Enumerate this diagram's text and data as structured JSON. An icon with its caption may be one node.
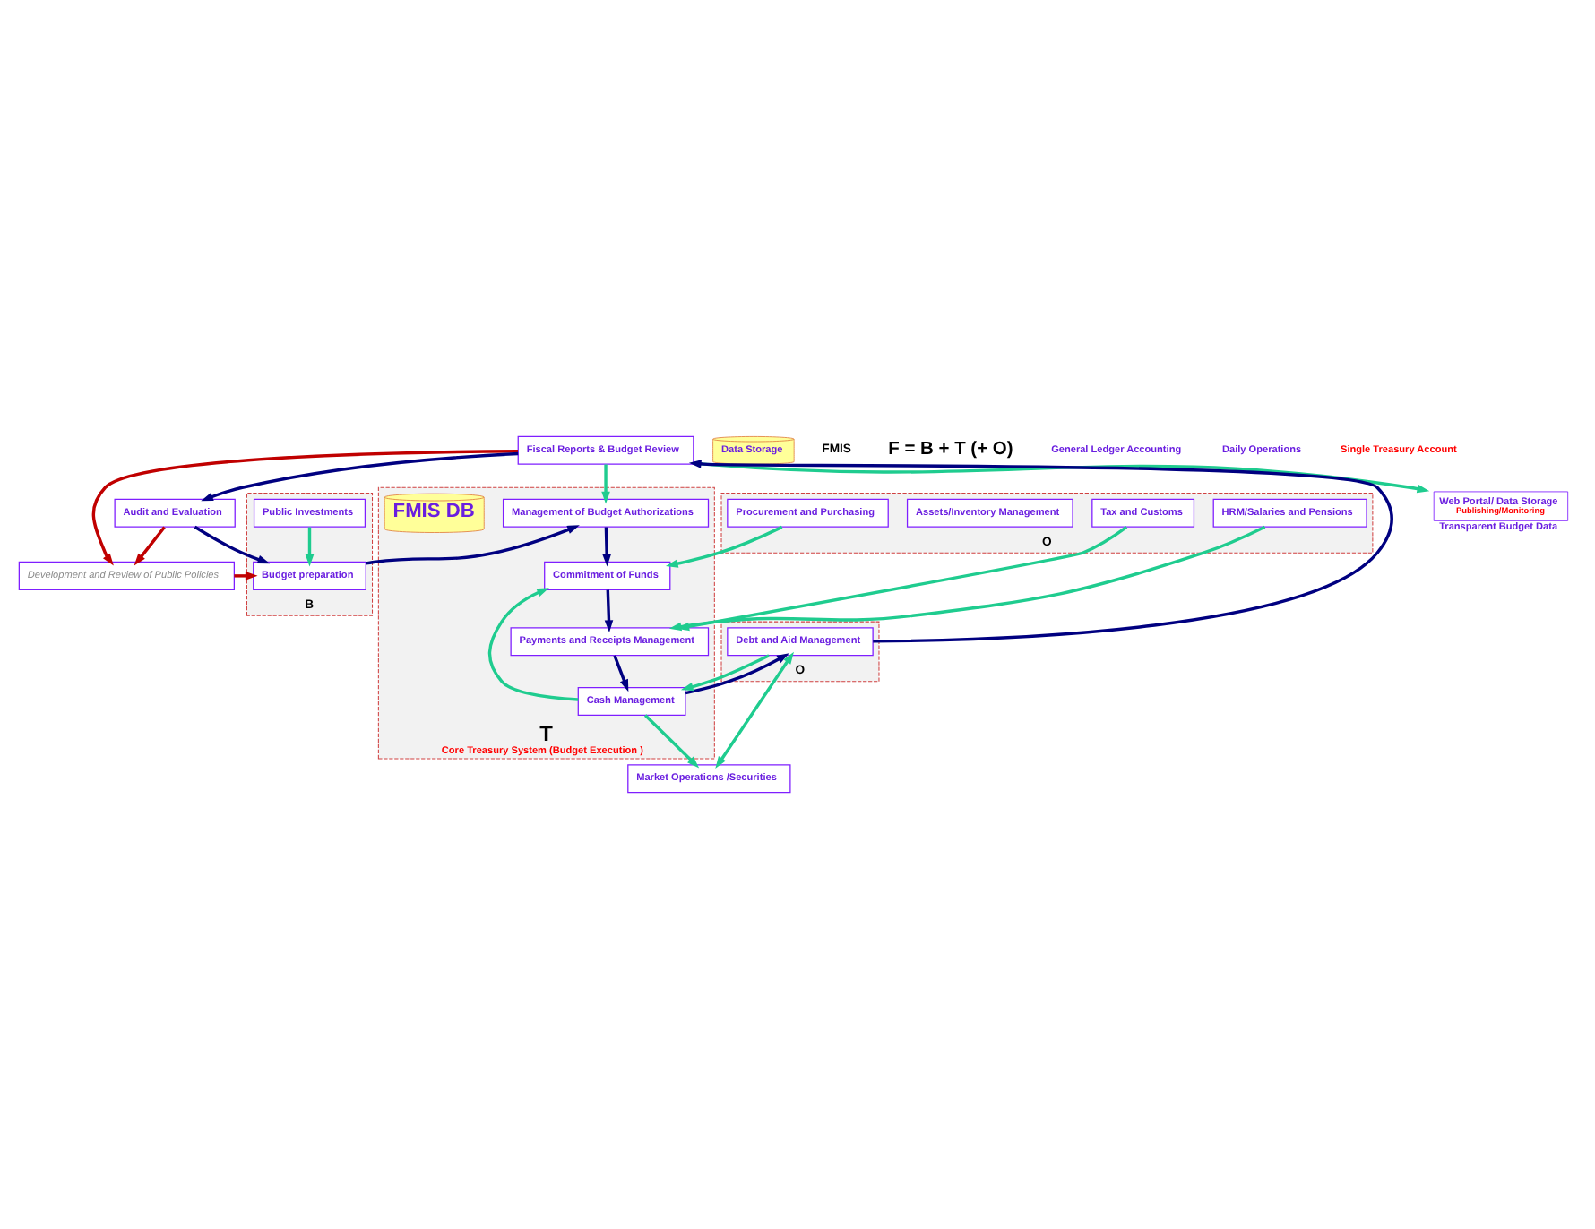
{
  "diagram": {
    "nodes": [
      {
        "text": [
          "Development and Review of Public Policies"
        ]
      },
      {
        "text": [
          "B"
        ]
      },
      {
        "text": [
          "Budget preparation"
        ],
        "in": 1
      },
      {
        "text": [
          "Public Investments"
        ],
        "in": 1
      },
      {
        "text": [
          "T",
          "Core Treasury System (Budget Execution )"
        ]
      },
      {
        "text": [
          "Management of Budget Authorizations"
        ],
        "in": 4
      },
      {
        "text": [
          "Audit and Evaluation"
        ]
      },
      {
        "text": [
          "Data Storage"
        ]
      },
      {
        "text": [
          "Fiscal Reports & Budget Review"
        ]
      },
      {
        "text": [
          "FMIS DB"
        ],
        "in": 4
      },
      {
        "text": [
          "Commitment of Funds"
        ],
        "in": 4
      },
      {
        "text": [
          "O"
        ]
      },
      {
        "text": [
          "Procurement and Purchasing"
        ],
        "in": 11
      },
      {
        "text": [
          "Web Portal/ Data Storage",
          "Publishing/Monitoring"
        ],
        "beside": [
          "Transparent Budget Data"
        ]
      },
      {
        "text": [
          "O"
        ]
      },
      {
        "text": [
          "Debt and Aid Management"
        ],
        "in": 14
      },
      {
        "text": [
          "Payments and Receipts Management"
        ],
        "in": 4
      },
      {
        "text": [
          "Tax and Customs"
        ],
        "in": 11
      },
      {
        "text": [
          "Assets/Inventory Management"
        ],
        "in": 11
      },
      {
        "text": [
          "Cash Management"
        ],
        "in": 4
      },
      {
        "text": [
          "HRM/Salaries and Pensions"
        ],
        "in": 11
      },
      {
        "text": [
          "Market Operations /Securities"
        ]
      }
    ],
    "edges": [
      {
        "from": 0,
        "to": 2,
        "arrow": "to",
        "color": "#c00000"
      },
      {
        "from": 8,
        "to": 0,
        "arrow": "to",
        "color": "#c00000"
      },
      {
        "from": 6,
        "to": 0,
        "arrow": "to",
        "color": "#c00000"
      },
      {
        "from": 6,
        "to": 2,
        "arrow": "to",
        "color": "#000080"
      },
      {
        "from": 3,
        "to": 2,
        "arrow": "to"
      },
      {
        "from": 2,
        "to": 5,
        "arrow": "to",
        "color": "#000080"
      },
      {
        "from": 8,
        "to": 5,
        "arrow": "to"
      },
      {
        "from": 5,
        "to": 10,
        "arrow": "to",
        "color": "#000080"
      },
      {
        "from": 12,
        "to": 10,
        "arrow": "to"
      },
      {
        "from": 10,
        "to": 16,
        "arrow": "to",
        "color": "#000080"
      },
      {
        "from": 17,
        "to": 16,
        "arrow": "to"
      },
      {
        "from": 20,
        "to": 16,
        "arrow": "to"
      },
      {
        "from": 16,
        "to": 19,
        "arrow": "to",
        "color": "#000080"
      },
      {
        "from": 19,
        "to": 10,
        "arrow": "to"
      },
      {
        "from": 19,
        "to": 15,
        "arrow": "to",
        "color": "#000080"
      },
      {
        "from": 15,
        "to": 19,
        "arrow": "to"
      },
      {
        "from": 15,
        "to": 21,
        "arrow": "both"
      },
      {
        "from": 19,
        "to": 21,
        "arrow": "to"
      },
      {
        "from": 15,
        "to": 8,
        "arrow": "to",
        "color": "#000080"
      },
      {
        "from": 8,
        "to": 6,
        "arrow": "to",
        "color": "#000080"
      },
      {
        "from": 8,
        "to": 13,
        "arrow": "to"
      }
    ],
    "labels": [
      "FMIS",
      "F = B + T (+ O)",
      "General Ledger Accounting",
      "Daily Operations",
      "Single Treasury Account"
    ]
  }
}
